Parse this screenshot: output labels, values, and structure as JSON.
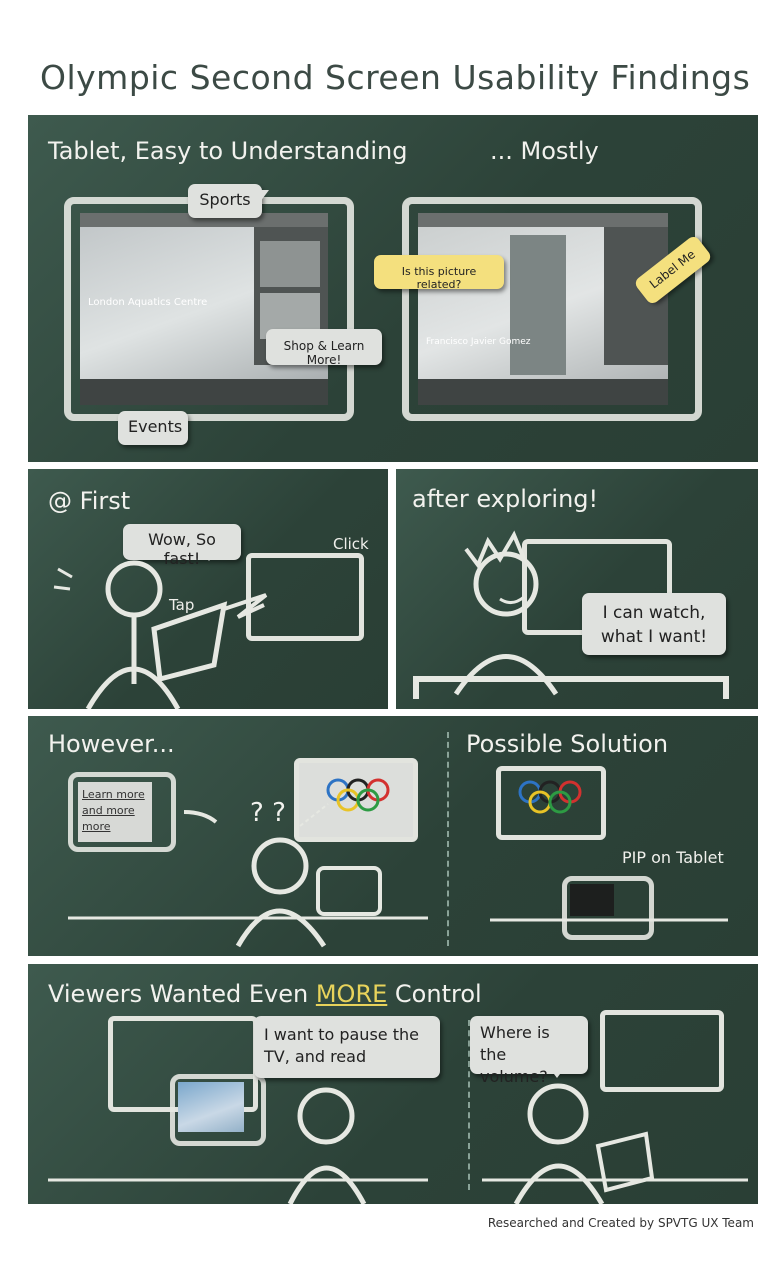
{
  "title": "Olympic Second Screen Usability Findings",
  "panel1": {
    "heading_left": "Tablet, Easy to Understanding",
    "heading_right": "... Mostly",
    "bubble_sports": "Sports",
    "bubble_shop": "Shop & Learn More!",
    "bubble_events": "Events",
    "bubble_picture": "Is this picture related?",
    "bubble_label": "Label Me",
    "screen_caption_left": "London Aquatics Centre",
    "screen_caption_right": "Francisco Javier Gomez"
  },
  "panel2": {
    "heading": "@ First",
    "bubble": "Wow, So fast!",
    "click": "Click",
    "tap": "Tap"
  },
  "panel3": {
    "heading": "after exploring!",
    "bubble": "I can watch, what I want!"
  },
  "panel4": {
    "heading": "However...",
    "tablet_text_1": "Learn more",
    "tablet_text_2": "and more",
    "tablet_text_3": "more",
    "question_marks": "? ?"
  },
  "panel5": {
    "heading": "Possible Solution",
    "pip_label": "PIP on Tablet"
  },
  "panel6": {
    "heading_pre": "Viewers Wanted Even ",
    "heading_more": "MORE",
    "heading_post": " Control",
    "bubble_left": "I want to pause the TV, and read",
    "bubble_right": "Where is the volume?"
  },
  "credit": "Researched and Created by SPVTG UX Team"
}
